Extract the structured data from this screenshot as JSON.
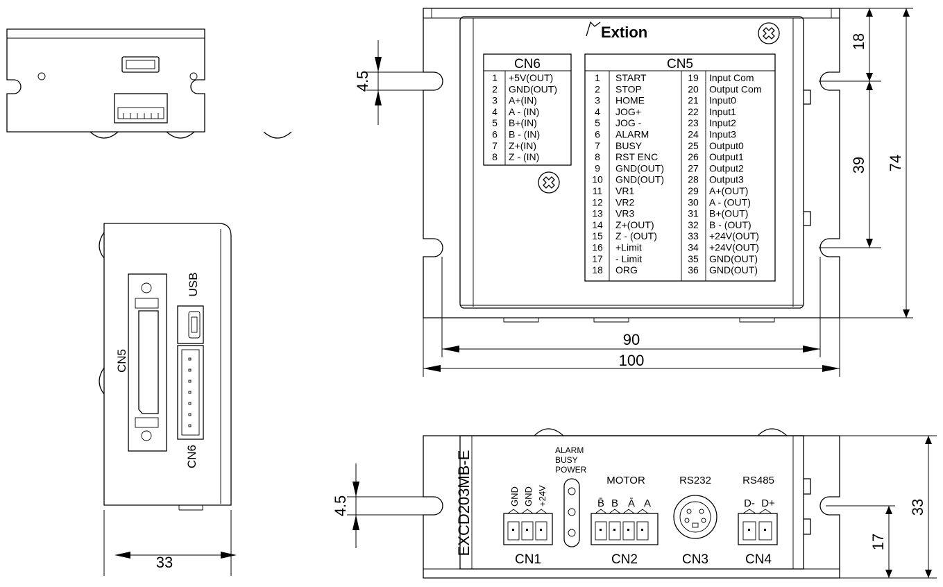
{
  "brand": "Extion",
  "model": "EXCD203MB-E",
  "cn6": {
    "title": "CN6",
    "pins": [
      {
        "no": "1",
        "name": "+5V(OUT)"
      },
      {
        "no": "2",
        "name": "GND(OUT)"
      },
      {
        "no": "3",
        "name": "A+(IN)"
      },
      {
        "no": "4",
        "name": "A - (IN)"
      },
      {
        "no": "5",
        "name": "B+(IN)"
      },
      {
        "no": "6",
        "name": "B - (IN)"
      },
      {
        "no": "7",
        "name": "Z+(IN)"
      },
      {
        "no": "8",
        "name": "Z - (IN)"
      }
    ]
  },
  "cn5": {
    "title": "CN5",
    "left": [
      {
        "no": "1",
        "name": "START"
      },
      {
        "no": "2",
        "name": "STOP"
      },
      {
        "no": "3",
        "name": "HOME"
      },
      {
        "no": "4",
        "name": "JOG+"
      },
      {
        "no": "5",
        "name": "JOG -"
      },
      {
        "no": "6",
        "name": "ALARM"
      },
      {
        "no": "7",
        "name": "BUSY"
      },
      {
        "no": "8",
        "name": "RST ENC"
      },
      {
        "no": "9",
        "name": "GND(OUT)"
      },
      {
        "no": "10",
        "name": "GND(OUT)"
      },
      {
        "no": "11",
        "name": "VR1"
      },
      {
        "no": "12",
        "name": "VR2"
      },
      {
        "no": "13",
        "name": "VR3"
      },
      {
        "no": "14",
        "name": "Z+(OUT)"
      },
      {
        "no": "15",
        "name": "Z - (OUT)"
      },
      {
        "no": "16",
        "name": "+Limit"
      },
      {
        "no": "17",
        "name": "- Limit"
      },
      {
        "no": "18",
        "name": "ORG"
      }
    ],
    "right": [
      {
        "no": "19",
        "name": "Input Com"
      },
      {
        "no": "20",
        "name": "Output Com"
      },
      {
        "no": "21",
        "name": "Input0"
      },
      {
        "no": "22",
        "name": "Input1"
      },
      {
        "no": "23",
        "name": "Input2"
      },
      {
        "no": "24",
        "name": "Input3"
      },
      {
        "no": "25",
        "name": "Output0"
      },
      {
        "no": "26",
        "name": "Output1"
      },
      {
        "no": "27",
        "name": "Output2"
      },
      {
        "no": "28",
        "name": "Output3"
      },
      {
        "no": "29",
        "name": "A+(OUT)"
      },
      {
        "no": "30",
        "name": "A - (OUT)"
      },
      {
        "no": "31",
        "name": "B+(OUT)"
      },
      {
        "no": "32",
        "name": "B - (OUT)"
      },
      {
        "no": "33",
        "name": "+24V(OUT)"
      },
      {
        "no": "34",
        "name": "+24V(OUT)"
      },
      {
        "no": "35",
        "name": "GND(OUT)"
      },
      {
        "no": "36",
        "name": "GND(OUT)"
      }
    ]
  },
  "side": {
    "cn5_label": "CN5",
    "cn6_label": "CN6",
    "usb_label": "USB"
  },
  "front": {
    "leds": [
      "ALARM",
      "BUSY",
      "POWER"
    ],
    "cn1": {
      "label": "CN1",
      "pins": [
        "GND",
        "GND",
        "+24V"
      ]
    },
    "cn2": {
      "label": "CN2",
      "title": "MOTOR",
      "pins": [
        "B̄",
        "B",
        "Ā",
        "A"
      ]
    },
    "cn3": {
      "label": "CN3",
      "title": "RS232"
    },
    "cn4": {
      "label": "CN4",
      "title": "RS485",
      "pins": [
        "D-",
        "D+"
      ]
    }
  },
  "dimensions": {
    "top_width_inner": "90",
    "top_width_outer": "100",
    "top_right_18": "18",
    "top_right_39": "39",
    "top_right_74": "74",
    "top_left_slot": "4.5",
    "side_width": "33",
    "front_slot": "4.5",
    "front_height": "33",
    "front_17": "17"
  }
}
